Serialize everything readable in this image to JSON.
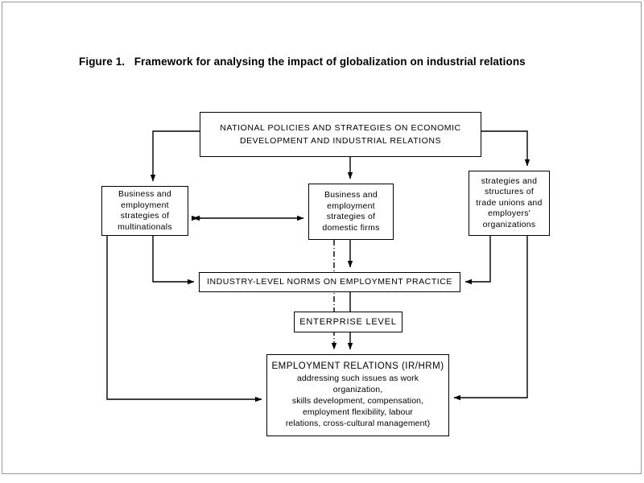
{
  "figure": {
    "title": "Figure 1.   Framework for analysing the impact of globalization on industrial relations"
  },
  "chart_data": {
    "type": "diagram",
    "title": "Figure 1.   Framework for analysing the impact of globalization on industrial relations",
    "nodes": [
      {
        "id": "national",
        "lines": [
          "NATIONAL POLICIES AND STRATEGIES ON ECONOMIC",
          "DEVELOPMENT AND INDUSTRIAL RELATIONS"
        ]
      },
      {
        "id": "multinationals",
        "lines": [
          "Business and",
          "employment",
          "strategies of",
          "multinationals"
        ]
      },
      {
        "id": "domestic",
        "lines": [
          "Business and",
          "employment",
          "strategies of",
          "domestic firms"
        ]
      },
      {
        "id": "unions",
        "lines": [
          "strategies and",
          "structures of",
          "trade unions and",
          "employers'",
          "organizations"
        ]
      },
      {
        "id": "industry",
        "lines": [
          "INDUSTRY-LEVEL NORMS ON EMPLOYMENT PRACTICE"
        ]
      },
      {
        "id": "enterprise",
        "lines": [
          "ENTERPRISE LEVEL"
        ]
      },
      {
        "id": "employment",
        "heading": "EMPLOYMENT RELATIONS (IR/HRM)",
        "lines": [
          "addressing such issues as work",
          "organization,",
          "skills development, compensation,",
          "employment flexibility, labour",
          "relations, cross-cultural management)"
        ]
      }
    ],
    "edges": [
      {
        "from": "national",
        "to": "multinationals",
        "style": "solid",
        "arrow": "end"
      },
      {
        "from": "national",
        "to": "domestic",
        "style": "solid",
        "arrow": "end"
      },
      {
        "from": "national",
        "to": "unions",
        "style": "solid",
        "arrow": "end"
      },
      {
        "from": "multinationals",
        "to": "domestic",
        "style": "solid",
        "arrow": "both"
      },
      {
        "from": "multinationals",
        "to": "industry",
        "style": "solid",
        "arrow": "end"
      },
      {
        "from": "multinationals",
        "to": "employment",
        "style": "solid",
        "arrow": "end"
      },
      {
        "from": "domestic",
        "to": "industry",
        "style": "solid",
        "arrow": "end"
      },
      {
        "from": "domestic",
        "to": "employment",
        "style": "dashed",
        "arrow": "end"
      },
      {
        "from": "unions",
        "to": "industry",
        "style": "solid",
        "arrow": "end"
      },
      {
        "from": "unions",
        "to": "employment",
        "style": "solid",
        "arrow": "end"
      },
      {
        "from": "industry",
        "to": "employment",
        "style": "solid",
        "arrow": "end"
      }
    ],
    "colors": {
      "stroke": "#000000",
      "background": "#ffffff",
      "page_border": "#9a9a9a"
    }
  }
}
